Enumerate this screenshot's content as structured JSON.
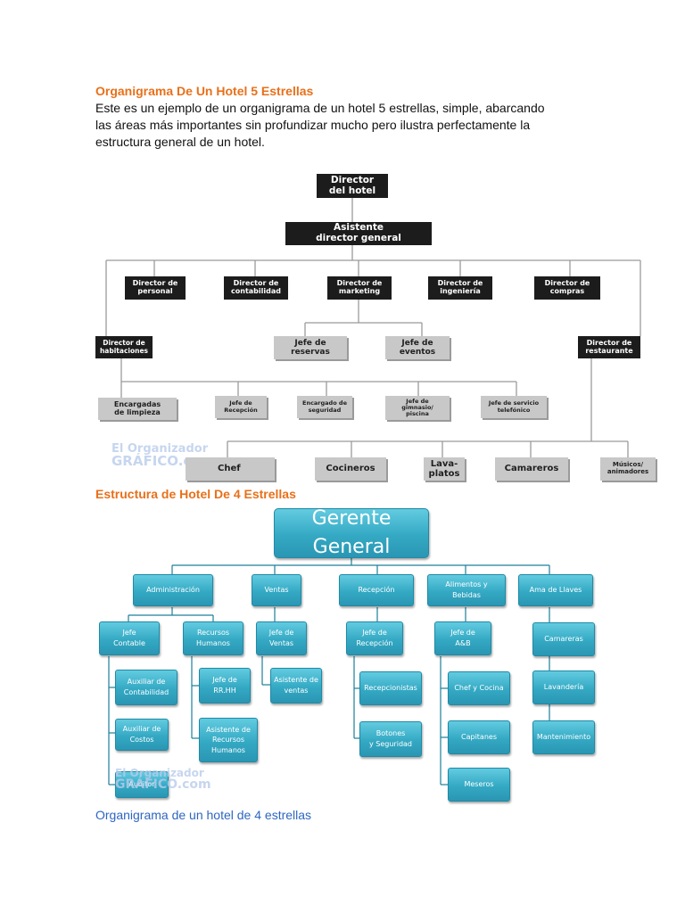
{
  "section1": {
    "heading": "Organigrama De Un Hotel 5 Estrellas",
    "paragraph": [
      "Este es un ejemplo de un organigrama de un hotel 5 estrellas, simple, abarcando",
      "las áreas más importantes sin profundizar mucho pero ilustra perfectamente la",
      "estructura general de un hotel."
    ]
  },
  "chart1": {
    "top": [
      "Director",
      "del hotel"
    ],
    "assistant": [
      "Asistente",
      "director general"
    ],
    "directors": [
      [
        "Director de",
        "personal"
      ],
      [
        "Director de",
        "contabilidad"
      ],
      [
        "Director de",
        "marketing"
      ],
      [
        "Director de",
        "ingeniería"
      ],
      [
        "Director de",
        "compras"
      ]
    ],
    "habitaciones": [
      "Director de",
      "habitaciones"
    ],
    "restaurante": [
      "Director de",
      "restaurante"
    ],
    "marketing_children": [
      [
        "Jefe de",
        "reservas"
      ],
      [
        "Jefe de",
        "eventos"
      ]
    ],
    "habitaciones_children": [
      [
        "Encargadas",
        "de limpieza"
      ],
      [
        "Jefe de",
        "Recepción"
      ],
      [
        "Encargado de",
        "seguridad"
      ],
      [
        "Jefe de",
        "gimnasio/",
        "piscina"
      ],
      [
        "Jefe de servicio",
        "telefónico"
      ]
    ],
    "restaurante_children": [
      [
        "Chef"
      ],
      [
        "Cocineros"
      ],
      [
        "Lava-",
        "platos"
      ],
      [
        "Camareros"
      ],
      [
        "Músicos/",
        "animadores"
      ]
    ],
    "watermark": [
      "El Organizador",
      "GRÁFICO.com"
    ]
  },
  "section2": {
    "heading": "Estructura de Hotel De 4 Estrellas"
  },
  "chart2": {
    "top": "Gerente General",
    "departments": [
      {
        "label": [
          "Administración"
        ]
      },
      {
        "label": [
          "Ventas"
        ]
      },
      {
        "label": [
          "Recepción"
        ]
      },
      {
        "label": [
          "Alimentos y",
          "Bebidas"
        ]
      },
      {
        "label": [
          "Ama de Llaves"
        ]
      }
    ],
    "admin_sub": [
      [
        "Jefe",
        "Contable"
      ],
      [
        "Recursos",
        "Humanos"
      ]
    ],
    "contable_children": [
      [
        "Auxiliar de",
        "Contabilidad"
      ],
      [
        "Auxiliar de",
        "Costos"
      ],
      [
        "Auditor"
      ]
    ],
    "rrhh_children": [
      [
        "Jefe de",
        "RR.HH"
      ],
      [
        "Asistente de",
        "Recursos",
        "Humanos"
      ]
    ],
    "ventas_children": [
      [
        "Jefe de",
        "Ventas"
      ],
      [
        "Asistente de",
        "ventas"
      ]
    ],
    "recepcion_children": [
      [
        "Jefe de",
        "Recepción"
      ],
      [
        "Recepcionistas"
      ],
      [
        "Botones",
        "y Seguridad"
      ]
    ],
    "ayb_children": [
      [
        "Jefe de",
        "A&B"
      ],
      [
        "Chef y Cocina"
      ],
      [
        "Capitanes"
      ],
      [
        "Meseros"
      ]
    ],
    "ama_children": [
      [
        "Camareras"
      ],
      [
        "Lavandería"
      ],
      [
        "Mantenimiento"
      ]
    ],
    "watermark": [
      "El Organizador",
      "GRÁFICO.com"
    ]
  },
  "footer_link": "Organigrama de un hotel de 4 estrellas"
}
